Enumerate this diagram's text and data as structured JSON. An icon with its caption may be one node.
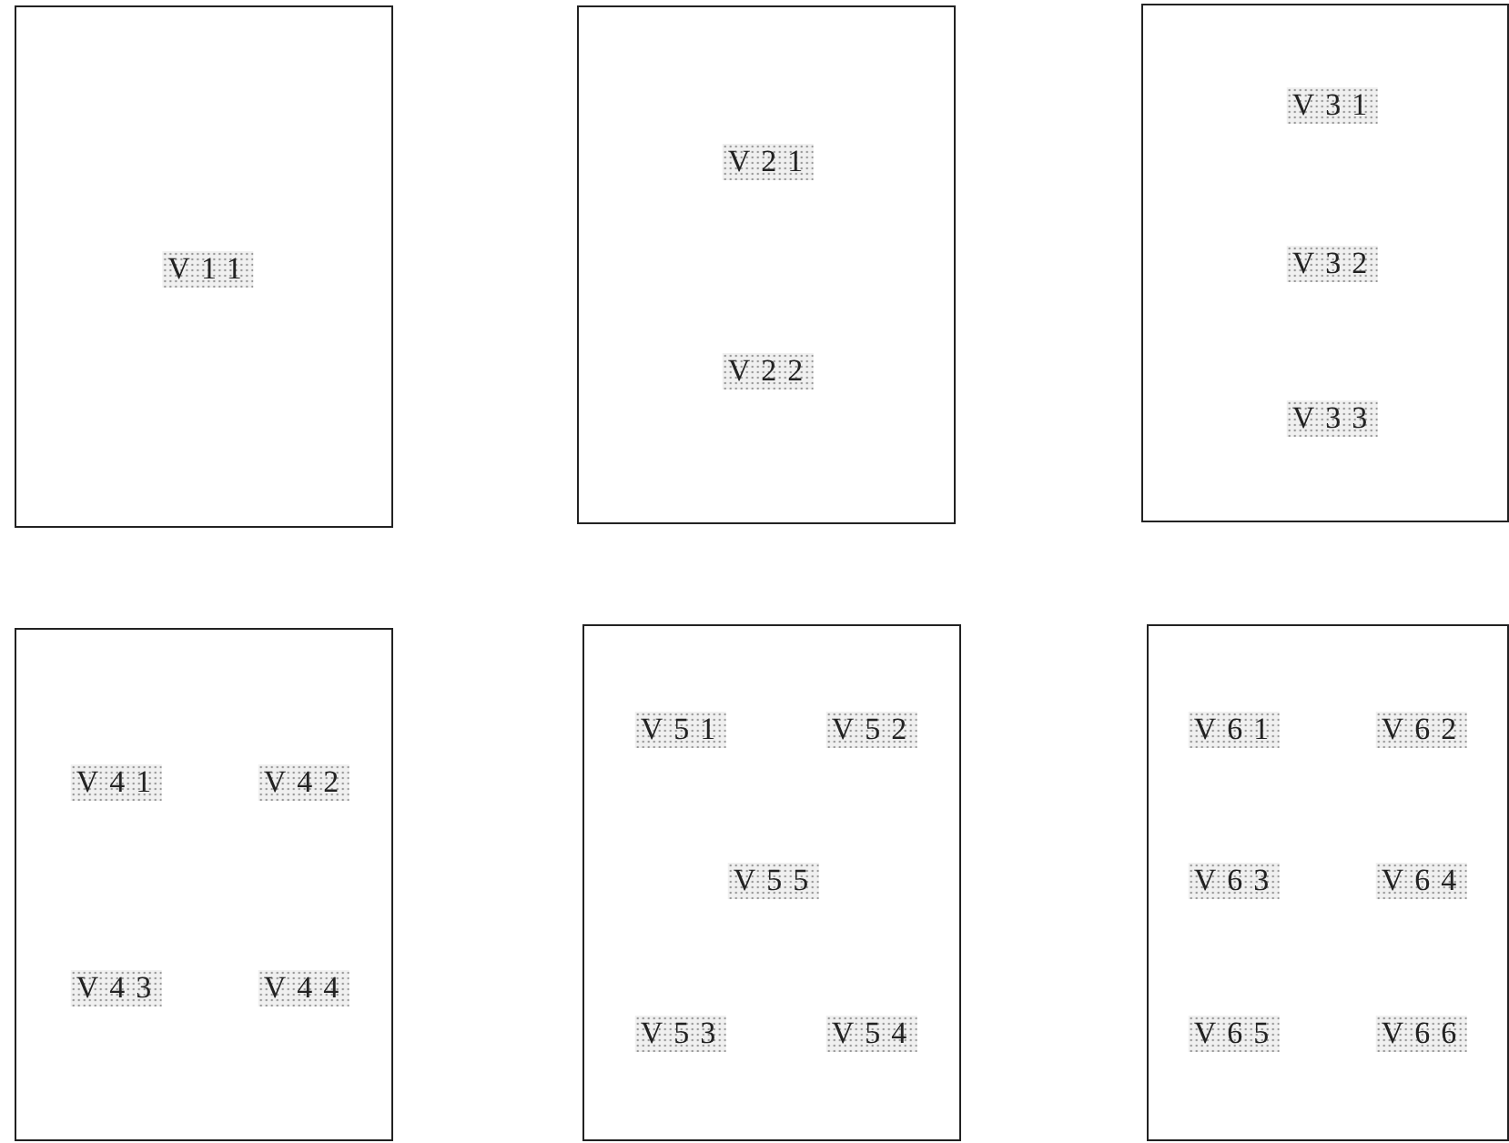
{
  "diagram": {
    "nodes": [
      {
        "text": [],
        "shape": "box"
      },
      {
        "text": [
          "V11"
        ],
        "in": 0
      },
      {
        "text": [],
        "shape": "box"
      },
      {
        "text": [
          "V21"
        ],
        "in": 2
      },
      {
        "text": [
          "V22"
        ],
        "in": 2
      },
      {
        "text": [],
        "shape": "box"
      },
      {
        "text": [
          "V31"
        ],
        "in": 5
      },
      {
        "text": [
          "V32"
        ],
        "in": 5
      },
      {
        "text": [
          "V33"
        ],
        "in": 5
      },
      {
        "text": [],
        "shape": "box"
      },
      {
        "text": [
          "V41"
        ],
        "in": 9
      },
      {
        "text": [
          "V42"
        ],
        "in": 9
      },
      {
        "text": [
          "V43"
        ],
        "in": 9
      },
      {
        "text": [
          "V44"
        ],
        "in": 9
      },
      {
        "text": [],
        "shape": "box"
      },
      {
        "text": [
          "V51"
        ],
        "in": 14
      },
      {
        "text": [
          "V52"
        ],
        "in": 14
      },
      {
        "text": [
          "V55"
        ],
        "in": 14
      },
      {
        "text": [
          "V53"
        ],
        "in": 14
      },
      {
        "text": [
          "V54"
        ],
        "in": 14
      },
      {
        "text": [],
        "shape": "box"
      },
      {
        "text": [
          "V61"
        ],
        "in": 20
      },
      {
        "text": [
          "V62"
        ],
        "in": 20
      },
      {
        "text": [
          "V63"
        ],
        "in": 20
      },
      {
        "text": [
          "V64"
        ],
        "in": 20
      },
      {
        "text": [
          "V65"
        ],
        "in": 20
      },
      {
        "text": [
          "V66"
        ],
        "in": 20
      }
    ]
  }
}
